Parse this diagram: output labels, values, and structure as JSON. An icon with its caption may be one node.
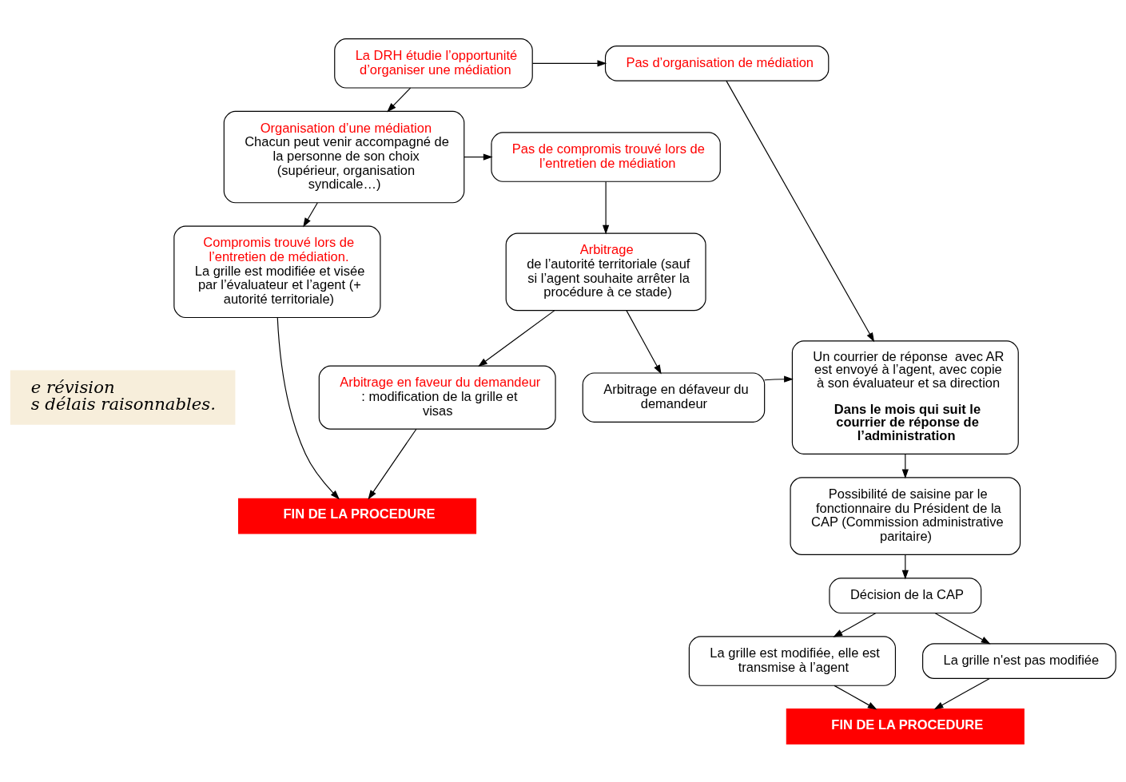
{
  "diagram": {
    "nodes": [
      {
        "text": [
          "La DRH étudie l’opportunité d’organiser une médiation"
        ]
      },
      {
        "text": [
          "Pas d’organisation de médiation"
        ]
      },
      {
        "text": [
          "Organisation d’une médiation",
          "Chacun peut venir accompagné de la personne de son choix (supérieur, organisation syndicale…)"
        ]
      },
      {
        "text": [
          "Pas de compromis trouvé lors de l’entretien de médiation"
        ]
      },
      {
        "text": [
          "Compromis trouvé lors de l’entretien de médiation.",
          "La grille est modifiée et visée par l’évaluateur et l’agent (+ autorité territoriale)"
        ]
      },
      {
        "text": [
          "Arbitrage",
          "de l’autorité territoriale (sauf si l’agent souhaite arrêter la procédure à ce stade)"
        ]
      },
      {
        "text": [
          "Arbitrage en faveur du demandeur",
          ": modification de la grille et visas"
        ]
      },
      {
        "text": [
          "Arbitrage en défaveur du demandeur"
        ]
      },
      {
        "text": [
          "Un courrier de réponse  avec AR est envoyé à l’agent, avec copie à son évaluateur et sa direction",
          "Dans le mois qui suit le courrier de réponse de l’administration"
        ]
      },
      {
        "text": [
          "FIN DE LA PROCEDURE"
        ]
      },
      {
        "text": [
          "Possibilité de saisine par le fonctionnaire du Président de la CAP (Commission administrative paritaire)"
        ]
      },
      {
        "text": [
          "Décision de la CAP"
        ]
      },
      {
        "text": [
          "La grille est modifiée, elle est transmise à l’agent"
        ]
      },
      {
        "text": [
          "La grille n'est pas modifiée"
        ]
      },
      {
        "text": [
          "FIN DE LA PROCEDURE"
        ]
      }
    ],
    "edges": [
      {
        "from": 0,
        "to": 1,
        "arrow": "to"
      },
      {
        "from": 0,
        "to": 2,
        "arrow": "to"
      },
      {
        "from": 2,
        "to": 3,
        "arrow": "to"
      },
      {
        "from": 2,
        "to": 4,
        "arrow": "to"
      },
      {
        "from": 3,
        "to": 5,
        "arrow": "to"
      },
      {
        "from": 5,
        "to": 6,
        "arrow": "to"
      },
      {
        "from": 5,
        "to": 7,
        "arrow": "to"
      },
      {
        "from": 4,
        "to": 9,
        "arrow": "to"
      },
      {
        "from": 6,
        "to": 9,
        "arrow": "to"
      },
      {
        "from": 7,
        "to": 8,
        "arrow": "to"
      },
      {
        "from": 1,
        "to": 8,
        "arrow": "to"
      },
      {
        "from": 8,
        "to": 10,
        "arrow": "to"
      },
      {
        "from": 10,
        "to": 11,
        "arrow": "to"
      },
      {
        "from": 11,
        "to": 12,
        "arrow": "to"
      },
      {
        "from": 11,
        "to": 13,
        "arrow": "to"
      },
      {
        "from": 12,
        "to": 14,
        "arrow": "to"
      },
      {
        "from": 13,
        "to": 14,
        "arrow": "to"
      }
    ],
    "labels": [
      "e révision",
      "s délais raisonnables."
    ]
  }
}
